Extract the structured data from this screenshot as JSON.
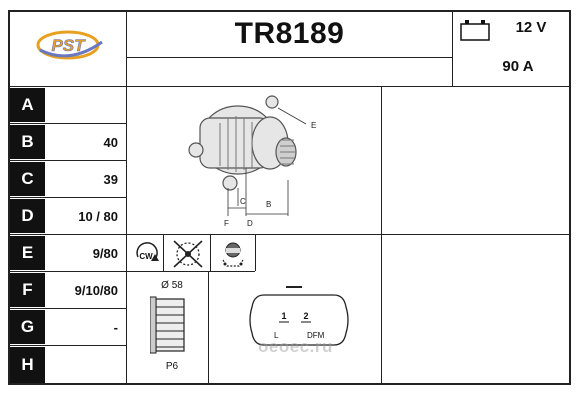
{
  "header": {
    "logo_text": "PST",
    "part_number": "TR8189",
    "voltage": "12 V",
    "amperage": "90 A"
  },
  "rows": [
    {
      "letter": "A",
      "value": ""
    },
    {
      "letter": "B",
      "value": "40"
    },
    {
      "letter": "C",
      "value": "39"
    },
    {
      "letter": "D",
      "value": "10 / 80"
    },
    {
      "letter": "E",
      "value": "9/80"
    },
    {
      "letter": "F",
      "value": "9/10/80"
    },
    {
      "letter": "G",
      "value": "-"
    },
    {
      "letter": "H",
      "value": ""
    }
  ],
  "drawing_labels": {
    "e": "E",
    "c": "C",
    "b": "B",
    "f": "F",
    "d": "D"
  },
  "rotation_label": "CW",
  "pulley": {
    "diameter": "Ø 58",
    "type": "P6"
  },
  "connector": {
    "pin1": "1",
    "pin2": "2",
    "left_label": "L",
    "right_label": "DFM"
  },
  "watermark": "oeoec.ru",
  "colors": {
    "logo_orange": "#e8a020",
    "logo_blue": "#6a78c0",
    "row_label_bg": "#111111"
  }
}
